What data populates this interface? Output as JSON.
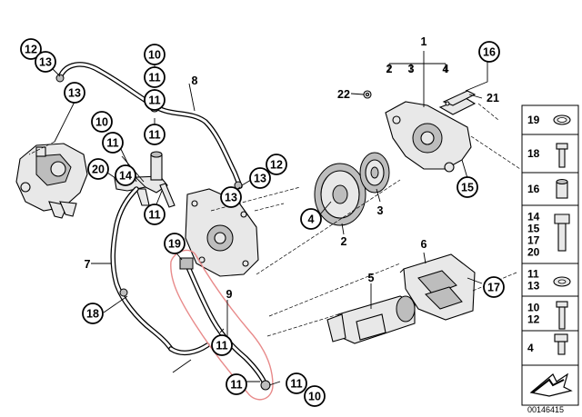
{
  "diagram": {
    "callouts": [
      {
        "label": "12"
      },
      {
        "label": "13"
      },
      {
        "label": "13"
      },
      {
        "label": "10"
      },
      {
        "label": "11"
      },
      {
        "label": "11"
      },
      {
        "label": "10"
      },
      {
        "label": "11"
      },
      {
        "label": "20"
      },
      {
        "label": "14"
      },
      {
        "label": "13"
      },
      {
        "label": "12"
      },
      {
        "label": "13"
      },
      {
        "label": "11"
      },
      {
        "label": "19"
      },
      {
        "label": "18"
      },
      {
        "label": "11"
      },
      {
        "label": "11"
      },
      {
        "label": "11"
      },
      {
        "label": "11"
      },
      {
        "label": "10"
      },
      {
        "label": "4"
      },
      {
        "label": "15"
      },
      {
        "label": "16"
      },
      {
        "label": "17"
      }
    ],
    "plain_labels": [
      {
        "label": "8"
      },
      {
        "label": "1"
      },
      {
        "label": "2"
      },
      {
        "label": "3"
      },
      {
        "label": "4"
      },
      {
        "label": "22"
      },
      {
        "label": "21"
      },
      {
        "label": "3"
      },
      {
        "label": "2"
      },
      {
        "label": "7"
      },
      {
        "label": "9"
      },
      {
        "label": "5"
      },
      {
        "label": "6"
      }
    ],
    "legend": [
      {
        "lines": [
          "19"
        ]
      },
      {
        "lines": [
          "18"
        ]
      },
      {
        "lines": [
          "16"
        ]
      },
      {
        "lines": [
          "14",
          "15",
          "17",
          "20"
        ]
      },
      {
        "lines": [
          "11",
          "13"
        ]
      },
      {
        "lines": [
          "10",
          "12"
        ]
      },
      {
        "lines": [
          "4"
        ]
      }
    ],
    "document_number": "00146415"
  }
}
